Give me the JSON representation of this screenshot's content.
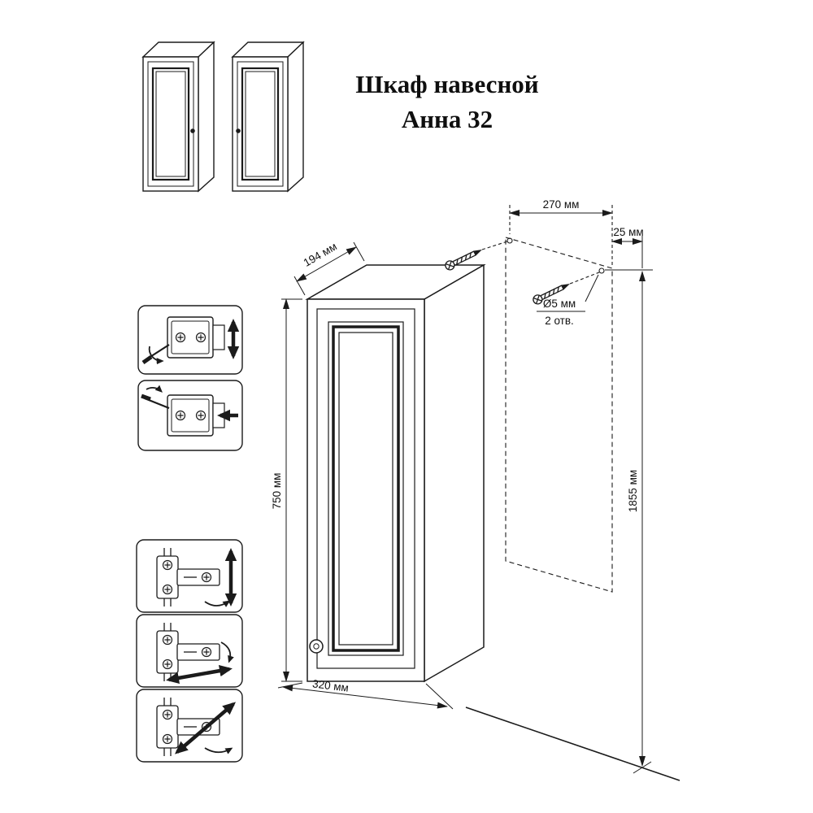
{
  "title": {
    "line1": "Шкаф навесной",
    "line2": "Анна 32"
  },
  "cabinet_dimensions": {
    "depth": "194 мм",
    "height": "750 мм",
    "width": "320 мм"
  },
  "mounting": {
    "screw_spacing": "270 мм",
    "side_offset": "25 мм",
    "hole_diameter": "Ø5 мм",
    "hole_count": "2 отв.",
    "height_from_floor": "1855 мм"
  },
  "colors": {
    "line": "#1b1b1b",
    "background": "#ffffff"
  }
}
